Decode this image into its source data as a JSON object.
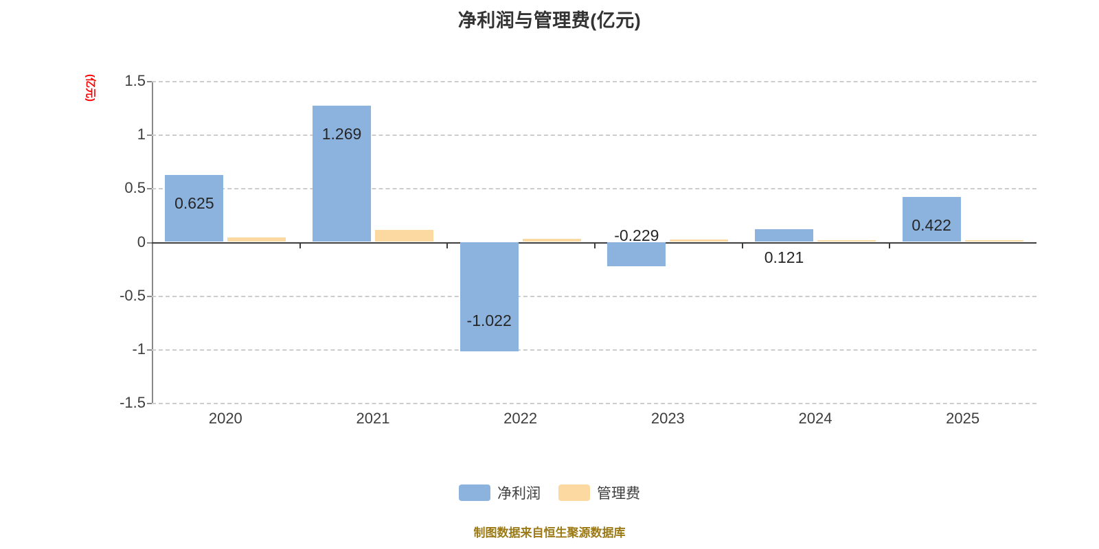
{
  "chart_data": {
    "type": "bar",
    "title": "净利润与管理费(亿元)",
    "xlabel": "",
    "ylabel": "(亿元)",
    "categories": [
      "2020",
      "2021",
      "2022",
      "2023",
      "2024",
      "2025"
    ],
    "series": [
      {
        "name": "净利润",
        "color": "#8cb2de",
        "values": [
          0.625,
          1.269,
          -1.022,
          -0.229,
          0.121,
          0.422
        ],
        "labels": [
          "0.625",
          "1.269",
          "-1.022",
          "-0.229",
          "0.121",
          "0.422"
        ]
      },
      {
        "name": "管理费",
        "color": "#fcd9a0",
        "values": [
          0.042,
          0.112,
          0.026,
          0.022,
          0.016,
          0.014
        ],
        "labels": [
          "",
          "",
          "",
          "",
          "",
          ""
        ]
      }
    ],
    "yticks": [
      "1.5",
      "1",
      "0.5",
      "0",
      "-0.5",
      "-1",
      "-1.5"
    ],
    "ylim": [
      -1.5,
      1.5
    ],
    "grid": true,
    "legend_position": "bottom"
  },
  "footer": {
    "note": "制图数据来自恒生聚源数据库"
  },
  "axis": {
    "unit_label": "(亿元)"
  }
}
